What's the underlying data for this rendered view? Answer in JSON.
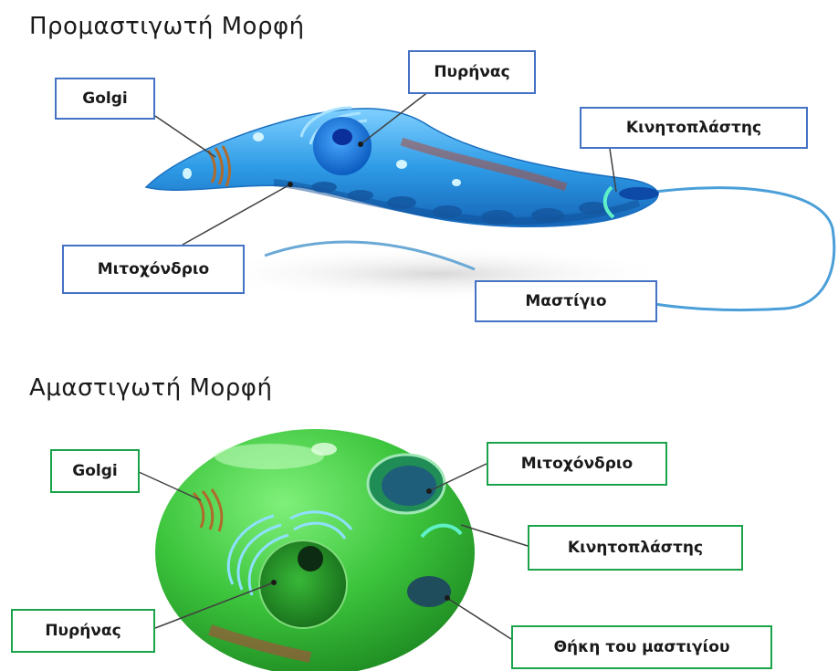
{
  "promastigote": {
    "title": "Προμαστιγωτή Μορφή",
    "labels": {
      "golgi": "Golgi",
      "nucleus": "Πυρήνας",
      "kinetoplast": "Κινητοπλάστης",
      "mitochondrion": "Μιτοχόνδριο",
      "flagellum": "Μαστίγιο"
    },
    "colors": {
      "body": "#2e9be6",
      "border": "#4472c4"
    }
  },
  "amastigote": {
    "title": "Αμαστιγωτή Μορφή",
    "labels": {
      "golgi": "Golgi",
      "mitochondrion": "Μιτοχόνδριο",
      "kinetoplast": "Κινητοπλάστης",
      "nucleus": "Πυρήνας",
      "flagellar_pocket": "Θήκη του μαστιγίου"
    },
    "colors": {
      "body": "#3cc43c",
      "border": "#1aa34a"
    }
  }
}
